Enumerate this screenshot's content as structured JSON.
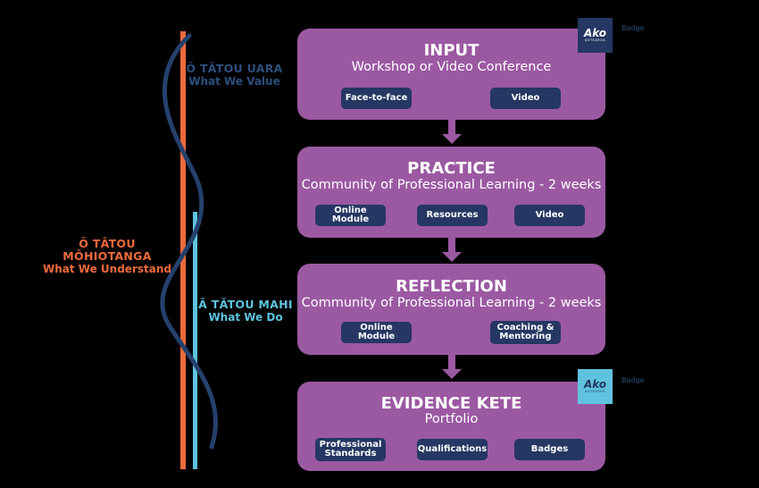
{
  "labels": {
    "uara": {
      "line1": "Ō TĀTOU UARA",
      "line2": "What We Value"
    },
    "mohiotanga": {
      "line1": "Ō TĀTOU MŌHIOTANGA",
      "line2": "What We Understand"
    },
    "mahi": {
      "line1": "Ā TĀTOU MAHI",
      "line2": "What We Do"
    }
  },
  "stages": [
    {
      "title": "INPUT",
      "subtitle": "Workshop or Video Conference",
      "items": [
        "Face-to-face",
        "Video"
      ]
    },
    {
      "title": "PRACTICE",
      "subtitle": "Community of Professional Learning - 2 weeks",
      "items": [
        "Online Module",
        "Resources",
        "Video"
      ]
    },
    {
      "title": "REFLECTION",
      "subtitle": "Community of Professional Learning - 2 weeks",
      "items": [
        "Online Module",
        "Coaching & Mentoring"
      ]
    },
    {
      "title": "EVIDENCE KETE",
      "subtitle": "Portfolio",
      "items": [
        "Professional Standards",
        "Qualifications",
        "Badges"
      ]
    }
  ],
  "badges": [
    {
      "logo": "Ako",
      "small": "AOTEAROA",
      "caption": "Badge",
      "color": "#253762",
      "text_color": "#ffffff"
    },
    {
      "logo": "Ako",
      "small": "AOTEAROA",
      "caption": "Badge",
      "color": "#5fc3df",
      "text_color": "#253762"
    }
  ],
  "colors": {
    "box": "#9b59a2",
    "pill": "#253762",
    "navy_line": "#25416d",
    "orange": "#ee6a3c",
    "light_blue": "#5fc3df",
    "background": "#000000"
  }
}
